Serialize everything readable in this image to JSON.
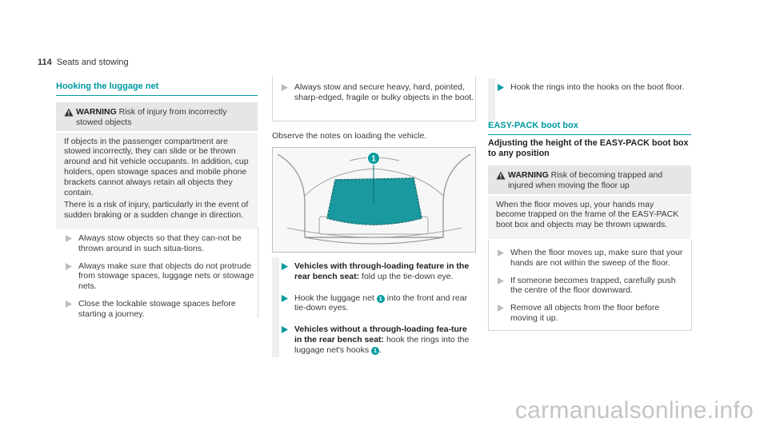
{
  "header": {
    "page_number": "114",
    "title": "Seats and stowing"
  },
  "col1": {
    "section_title": "Hooking the luggage net",
    "warning_label": "WARNING",
    "warning_head": "Risk of injury from incorrectly stowed objects",
    "warning_p1": "If objects in the passenger compartment are stowed incorrectly, they can slide or be thrown around and hit vehicle occupants. In addition, cup holders, open stowage spaces and mobile phone brackets cannot always retain all objects they contain.",
    "warning_p2": "There is a risk of injury, particularly in the event of sudden braking or a sudden change in direction.",
    "step1": "Always stow objects so that they can-not be thrown around in such situa-tions.",
    "step2": "Always make sure that objects do not protrude from stowage spaces, luggage nets or stowage nets.",
    "step3": "Close the lockable stowage spaces before starting a journey."
  },
  "col2": {
    "step_top": "Always stow and secure heavy, hard, pointed, sharp-edged, fragile or bulky objects in the boot.",
    "observe": "Observe the notes on loading the vehicle.",
    "callout_number": "1",
    "s1_bold": "Vehicles with through-loading feature in the rear bench seat:",
    "s1_text": "fold up the tie-down eye.",
    "s2_pre": "Hook the luggage net",
    "s2_num": "1",
    "s2_post": "into the front and rear tie-down eyes.",
    "s3_bold": "Vehicles without a through-loading fea-ture in the rear bench seat:",
    "s3_pre": "hook the rings into the luggage net's hooks",
    "s3_num": "1",
    "s3_post": "."
  },
  "col3": {
    "step_top": "Hook the rings into the hooks on the boot floor.",
    "section_title": "EASY-PACK boot box",
    "sub_title": "Adjusting the height of the EASY-PACK boot box to any position",
    "warning_label": "WARNING",
    "warning_head": "Risk of becoming trapped and injured when moving the floor up",
    "warning_p1": "When the floor moves up, your hands may become trapped on the frame of the EASY-PACK boot box and objects may be thrown upwards.",
    "step1": "When the floor moves up, make sure that your hands are not within the sweep of the floor.",
    "step2": "If someone becomes trapped, carefully push the centre of the floor downward.",
    "step3": "Remove all objects from the floor before moving it up."
  },
  "watermark": "carmanualsonline.info",
  "colors": {
    "accent": "#009a9f",
    "warn_bg": "#e6e6e6",
    "body_bg": "#f3f3f3"
  }
}
